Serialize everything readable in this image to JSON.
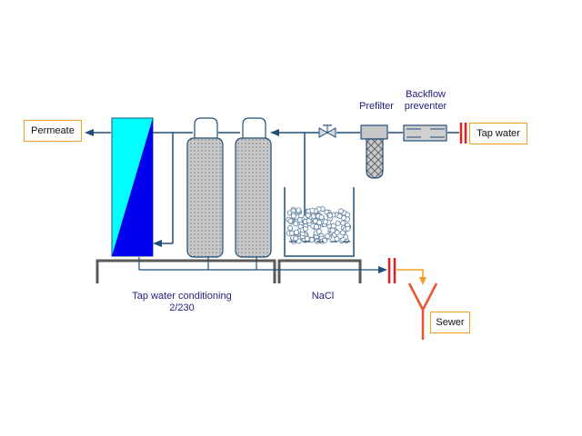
{
  "diagram": {
    "title": "Tap water conditioning process",
    "colors": {
      "pipe": "#1f4e79",
      "frame": "#5a5a5a",
      "membrane_light": "#00ffff",
      "membrane_dark": "#0000ee",
      "vessel_fill": "#c8c8c8",
      "label_text": "#1f1f7a",
      "box_border": "#f0a020",
      "drain": "#e8552a",
      "coupling": "#e02020"
    },
    "labels": {
      "permeate": "Permeate",
      "tap_water": "Tap water",
      "sewer": "Sewer",
      "prefilter": "Prefilter",
      "backflow_line1": "Backflow",
      "backflow_line2": "preventer",
      "conditioning_line1": "Tap water conditioning",
      "conditioning_line2": "2/230",
      "nacl": "NaCl"
    },
    "components": [
      {
        "id": "reverse-osmosis-module",
        "type": "membrane-column"
      },
      {
        "id": "softener-vessel-1",
        "type": "pressure-vessel"
      },
      {
        "id": "softener-vessel-2",
        "type": "pressure-vessel"
      },
      {
        "id": "brine-tank",
        "type": "salt-tank"
      },
      {
        "id": "valve",
        "type": "gate-valve"
      },
      {
        "id": "prefilter",
        "type": "cartridge-filter"
      },
      {
        "id": "backflow-preventer",
        "type": "backflow-preventer"
      },
      {
        "id": "inlet-coupling",
        "type": "coupling"
      },
      {
        "id": "drain-coupling",
        "type": "coupling"
      },
      {
        "id": "sewer-drain",
        "type": "drain"
      }
    ]
  }
}
